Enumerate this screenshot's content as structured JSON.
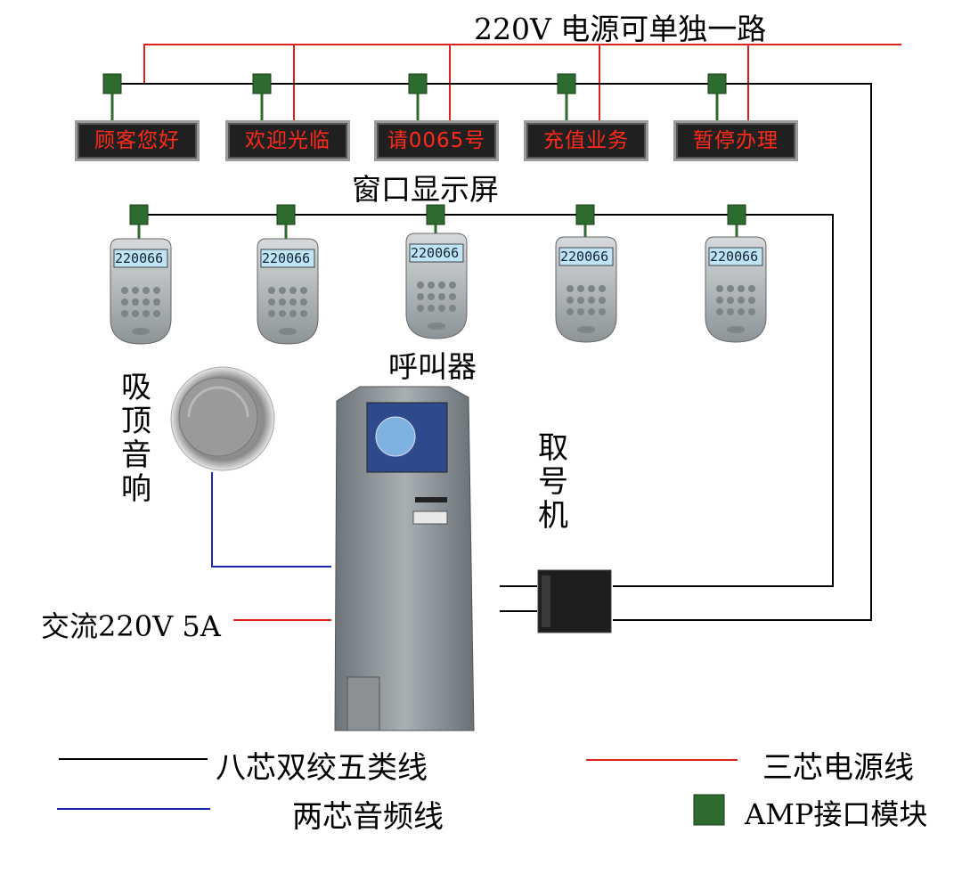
{
  "power_line_label": "220V 电源可单独一路",
  "window_displays": {
    "label": "窗口显示屏",
    "screens": [
      "顾客您好",
      "欢迎光临",
      "请0065号",
      "充值业务",
      "暂停办理"
    ]
  },
  "callers": {
    "label": "呼叫器",
    "display_text": "220066",
    "count": 5
  },
  "speaker_label": "吸顶音响",
  "ticket_machine_label": "取号机",
  "ac_power_label": "交流220V 5A",
  "legend": {
    "cat5": "八芯双绞五类线",
    "power3": "三芯电源线",
    "audio2": "两芯音频线",
    "amp": "AMP接口模块"
  },
  "colors": {
    "data_line": "#000000",
    "power_line": "#e0201c",
    "audio_line": "#1a2ab0",
    "amp_module": "#2e6b2e",
    "led_text": "#ff2a1a"
  }
}
